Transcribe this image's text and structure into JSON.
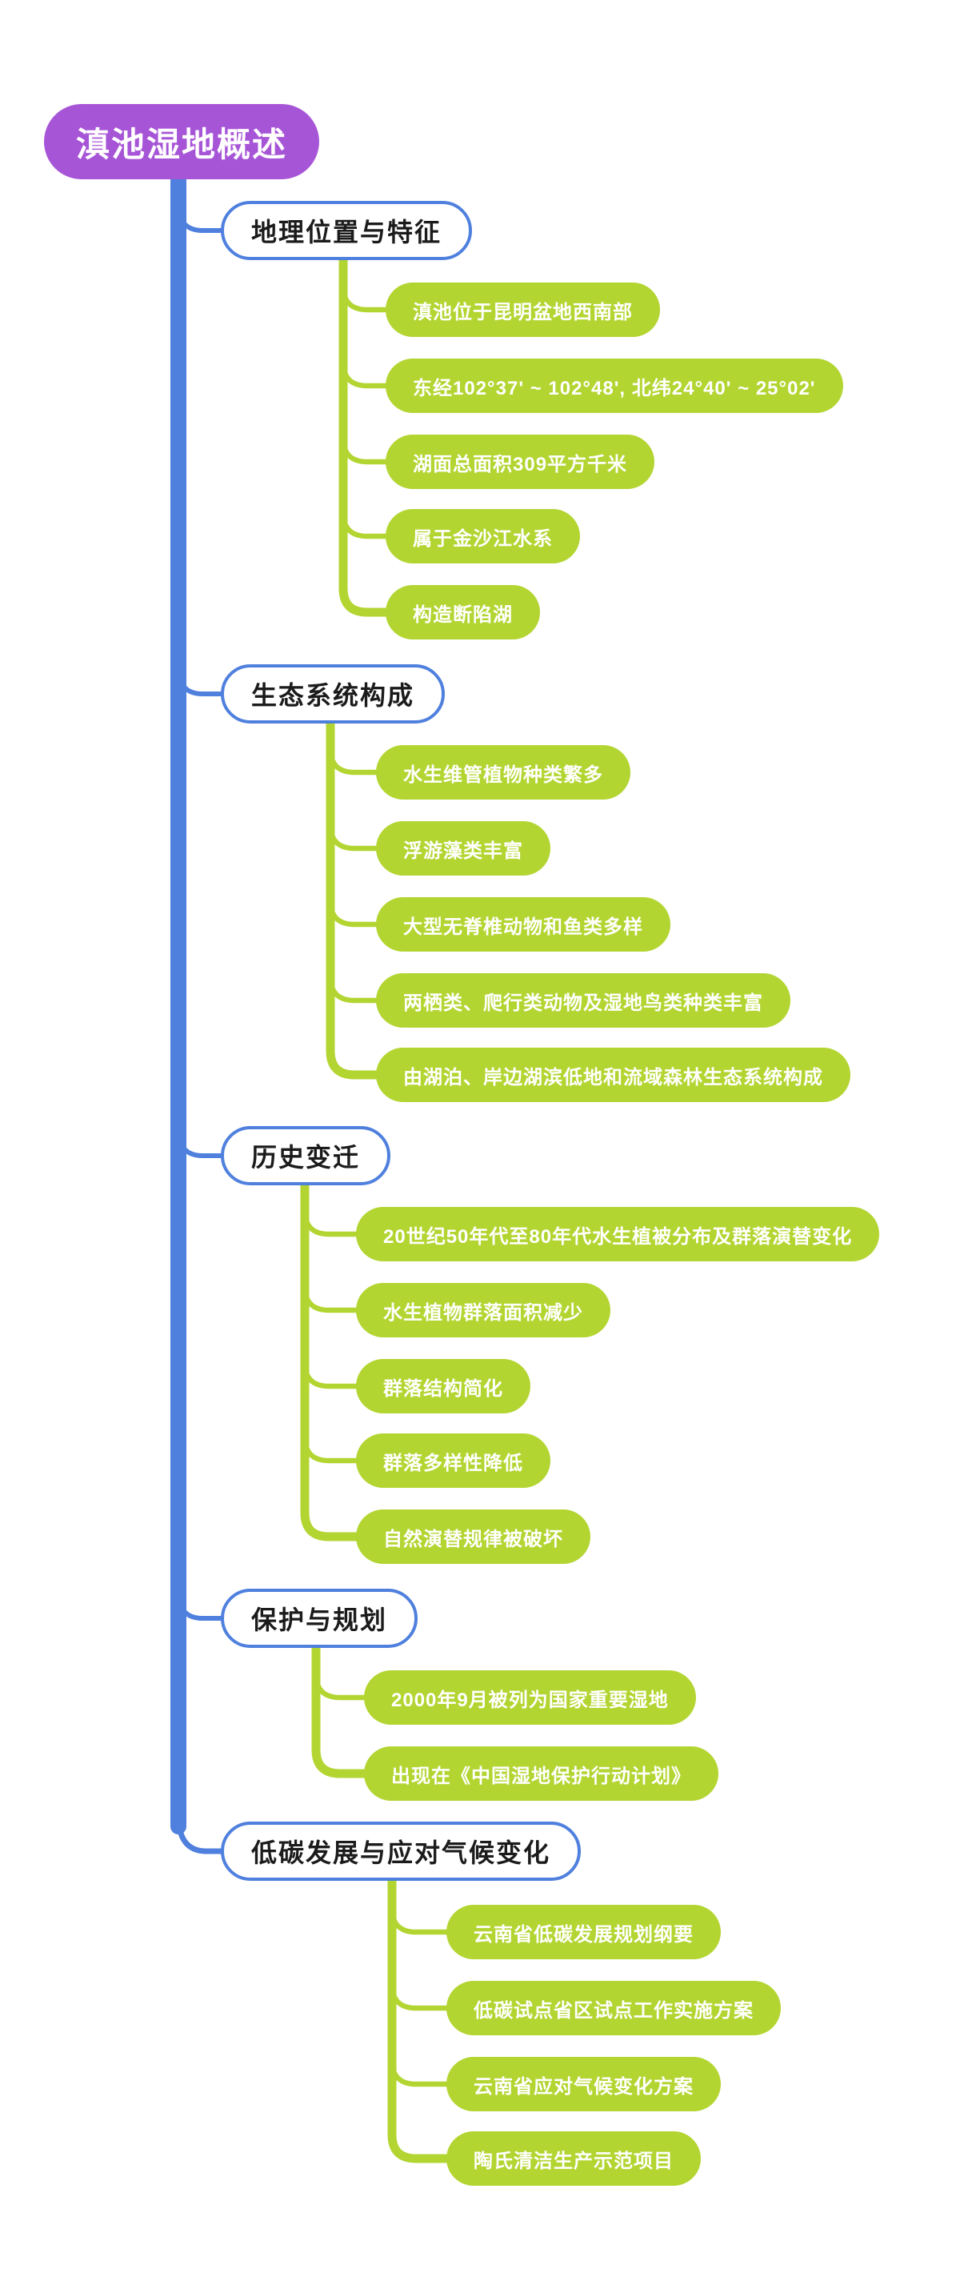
{
  "colors": {
    "root_fill": "#a755d7",
    "branch_border": "#4f80de",
    "connector_blue": "#4f80de",
    "leaf_fill": "#b3d531",
    "connector_green": "#b3d531",
    "branch_text": "#1b1b1b",
    "node_text": "#ffffff",
    "background": "#ffffff"
  },
  "root": {
    "label": "滇池湿地概述"
  },
  "branches": [
    {
      "label": "地理位置与特征",
      "children": [
        "滇池位于昆明盆地西南部",
        "东经102°37' ~ 102°48', 北纬24°40' ~ 25°02'",
        "湖面总面积309平方千米",
        "属于金沙江水系",
        "构造断陷湖"
      ]
    },
    {
      "label": "生态系统构成",
      "children": [
        "水生维管植物种类繁多",
        "浮游藻类丰富",
        "大型无脊椎动物和鱼类多样",
        "两栖类、爬行类动物及湿地鸟类种类丰富",
        "由湖泊、岸边湖滨低地和流域森林生态系统构成"
      ]
    },
    {
      "label": "历史变迁",
      "children": [
        "20世纪50年代至80年代水生植被分布及群落演替变化",
        "水生植物群落面积减少",
        "群落结构简化",
        "群落多样性降低",
        "自然演替规律被破坏"
      ]
    },
    {
      "label": "保护与规划",
      "children": [
        "2000年9月被列为国家重要湿地",
        "出现在《中国湿地保护行动计划》"
      ]
    },
    {
      "label": "低碳发展与应对气候变化",
      "children": [
        "云南省低碳发展规划纲要",
        "低碳试点省区试点工作实施方案",
        "云南省应对气候变化方案",
        "陶氏清洁生产示范项目"
      ]
    }
  ]
}
